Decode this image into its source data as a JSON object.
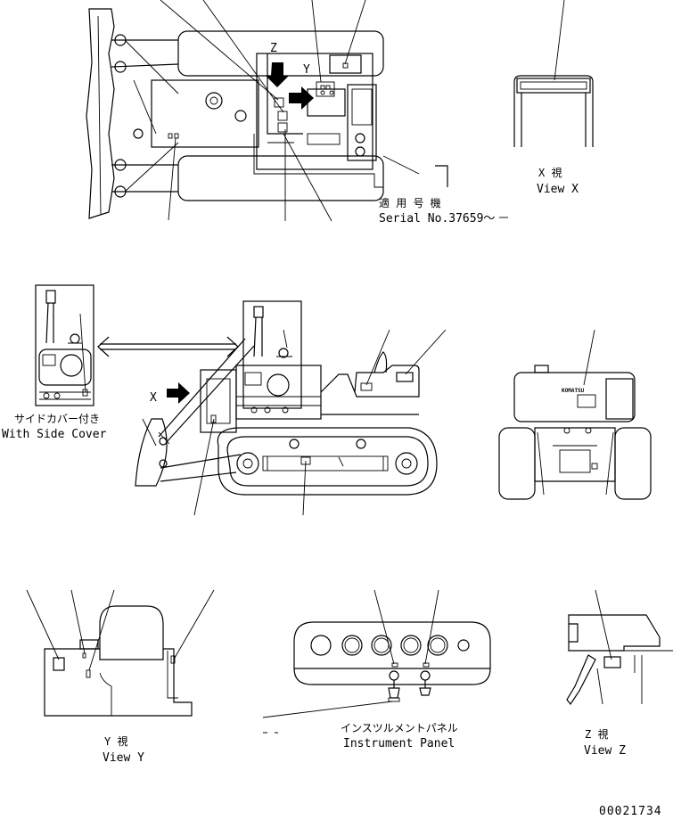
{
  "labels": {
    "view_z_marker": "Z",
    "view_y_marker": "Y",
    "view_x_marker": "X",
    "serial_jp": "適 用 号 機",
    "serial_en": "Serial No.37659～",
    "view_x_jp": "X 視",
    "view_x_en": "View X",
    "side_cover_jp": "サイドカバー付き",
    "side_cover_en": "With Side Cover",
    "view_y_jp": "Y 視",
    "view_y_en": "View Y",
    "instrument_jp": "インスツルメントパネル",
    "instrument_en": "Instrument Panel",
    "view_z_jp": "Z 視",
    "view_z_en": "View Z",
    "drawing_no": "00021734",
    "hood_logo": "KOMATSU"
  }
}
